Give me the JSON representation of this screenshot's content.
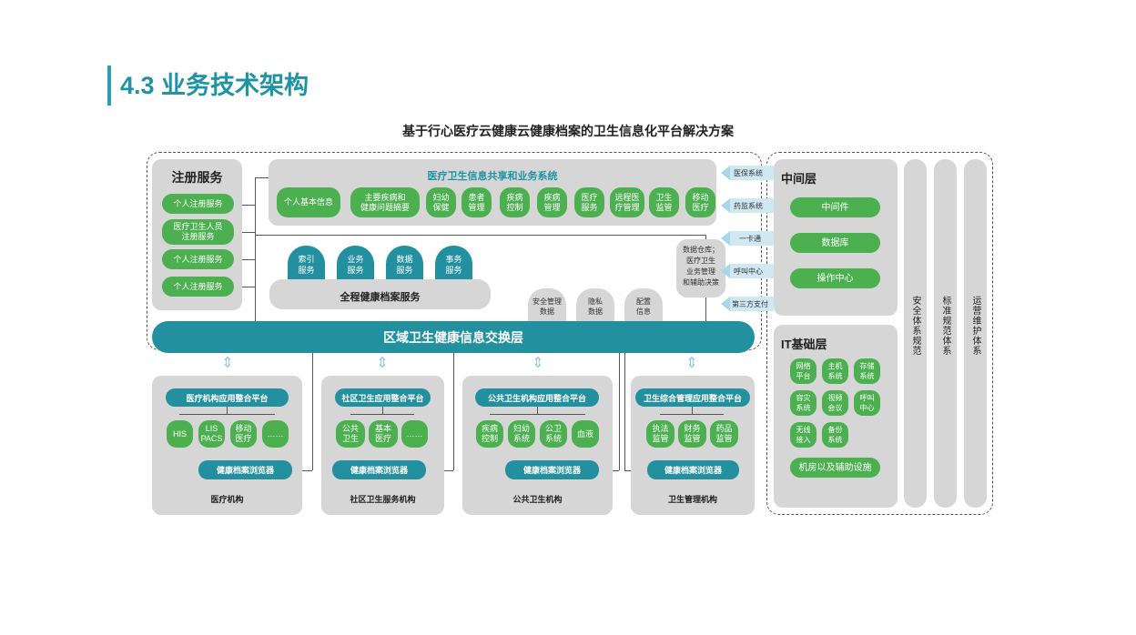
{
  "page_title": "4.3 业务技术架构",
  "diagram_title": "基于行心医疗云健康云健康档案的卫生信息化平台解决方案",
  "register": {
    "title": "注册服务",
    "items": [
      "个人注册服务",
      "医疗卫生人员\n注册服务",
      "个人注册服务",
      "个人注册服务"
    ]
  },
  "sharing": {
    "title": "医疗卫生信息共享和业务系统",
    "items": [
      "个人基本信息",
      "主要疾病和\n健康问题摘要",
      "妇幼\n保健",
      "患者\n管理",
      "疾病\n控制",
      "疾病\n管理",
      "医疗\n服务",
      "远程医\n疗管理",
      "卫生\n监管",
      "移动\n医疗"
    ]
  },
  "archive": {
    "tabs": [
      "索引\n服务",
      "业务\n服务",
      "数据\n服务",
      "事务\n服务"
    ],
    "title": "全程健康档案服务"
  },
  "small_boxes": [
    "安全管理\n数据",
    "隐私\n数据",
    "配置\n信息"
  ],
  "warehouse": "数据仓库；\n医疗卫生\n业务管理\n和辅助决策",
  "exchange": "区域卫生健康信息交换层",
  "side_systems": [
    "医保系统",
    "药监系统",
    "一卡通",
    "呼叫中心",
    "第三方支付"
  ],
  "middle": {
    "title": "中间层",
    "items": [
      "中间件",
      "数据库",
      "操作中心"
    ]
  },
  "it": {
    "title": "IT基础层",
    "items": [
      "网络\n平台",
      "主机\n系统",
      "存储\n系统",
      "容灾\n系统",
      "视频\n会议",
      "呼叫\n中心",
      "无线\n接入",
      "备份\n系统"
    ],
    "bottom": "机房以及辅助设施"
  },
  "vertical_bars": [
    "安全体系规范",
    "标准规范体系",
    "运营维护体系"
  ],
  "institutions": [
    {
      "platform": "医疗机构应用整合平台",
      "apps": [
        "HIS",
        "LIS\nPACS",
        "移动\n医疗",
        "……"
      ],
      "browser": "健康档案浏览器",
      "name": "医疗机构"
    },
    {
      "platform": "社区卫生应用整合平台",
      "apps": [
        "公共\n卫生",
        "基本\n医疗",
        "……"
      ],
      "browser": "健康档案浏览器",
      "name": "社区卫生服务机构"
    },
    {
      "platform": "公共卫生机构应用整合平台",
      "apps": [
        "疾病\n控制",
        "妇幼\n系统",
        "公卫\n系统",
        "血液"
      ],
      "browser": "健康档案浏览器",
      "name": "公共卫生机构"
    },
    {
      "platform": "卫生综合管理应用整合平台",
      "apps": [
        "执法\n监管",
        "财务\n监管",
        "药品\n监管"
      ],
      "browser": "健康档案浏览器",
      "name": "卫生管理机构"
    }
  ],
  "colors": {
    "teal": "#23909f",
    "green": "#4caf50",
    "gray": "#d6d6d6",
    "arrow": "#a8d6ea"
  }
}
